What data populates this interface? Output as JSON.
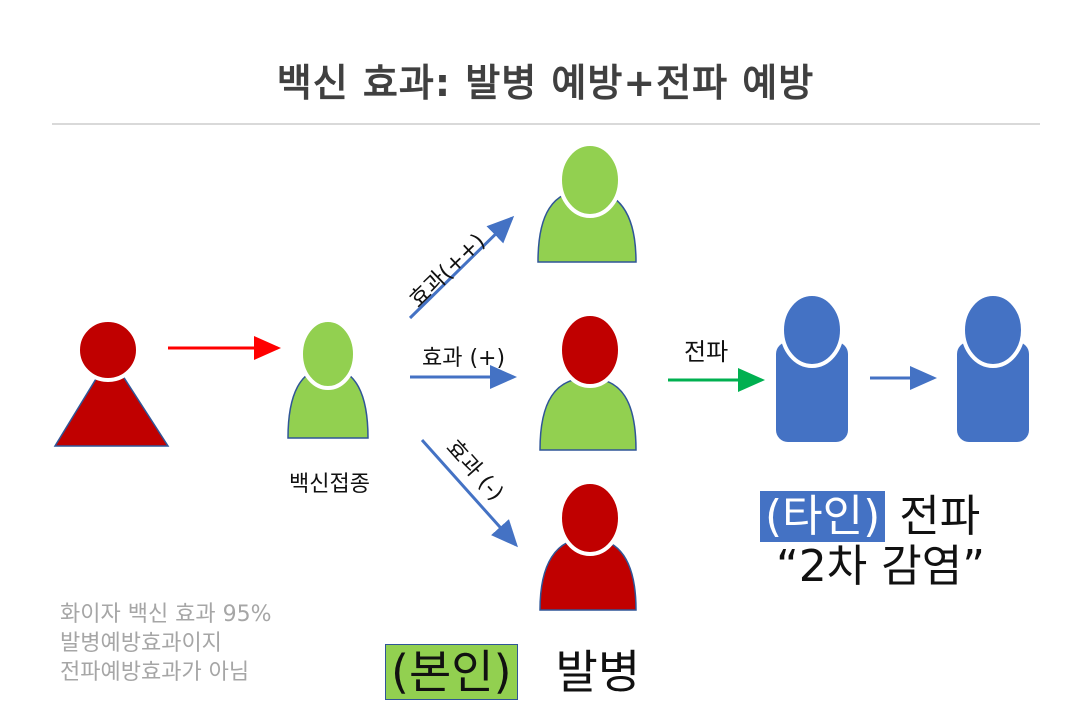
{
  "title": "백신 효과: 발병 예방+전파 예방",
  "edges": {
    "effect_strong": "효과(++)",
    "effect_plus": "효과 (+)",
    "effect_minus": "효과 (-)",
    "transmission": "전파"
  },
  "vaccination_label": "백신접종",
  "other": {
    "highlight": "(타인)",
    "rest": " 전파",
    "secondary": "“2차 감염”"
  },
  "self": {
    "highlight": "(본인)",
    "rest": "발병"
  },
  "note": {
    "line1": "화이자 백신 효과 95%",
    "line2": "발병예방효과이지",
    "line3": "전파예방효과가 아님"
  },
  "colors": {
    "infected_red": "#c00000",
    "vaccinated_green": "#92d050",
    "transmitted_blue": "#4472c4",
    "arrow_red": "#ff0000",
    "arrow_blue": "#4472c4",
    "arrow_green": "#00b050"
  }
}
